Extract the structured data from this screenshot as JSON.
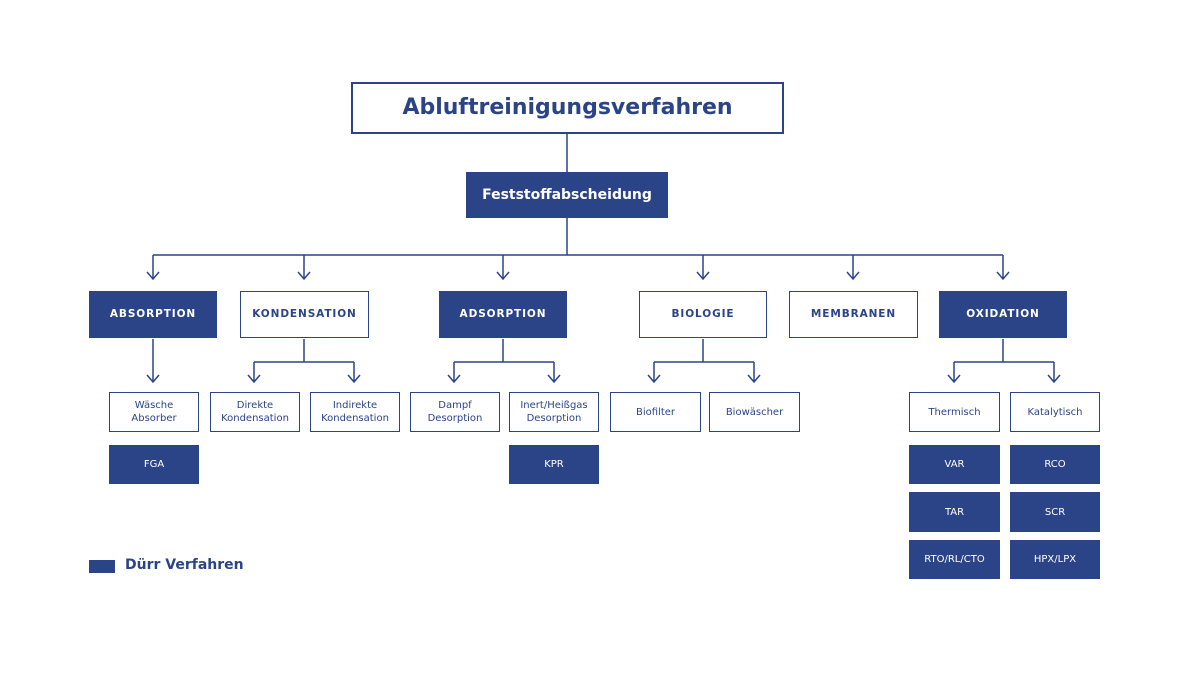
{
  "root": "Abluftreinigungsverfahren",
  "level1": "Feststoffabscheidung",
  "categories": {
    "absorption": "ABSORPTION",
    "kondensation": "KONDENSATION",
    "adsorption": "ADSORPTION",
    "biologie": "BIOLOGIE",
    "membranen": "MEMBRANEN",
    "oxidation": "OXIDATION"
  },
  "methods": {
    "waesche_absorber": "Wäsche\nAbsorber",
    "direkte_kondensation": "Direkte\nKondensation",
    "indirekte_kondensation": "Indirekte\nKondensation",
    "dampf_desorption": "Dampf\nDesorption",
    "inert_desorption": "Inert/Heißgas\nDesorption",
    "biofilter": "Biofilter",
    "biowaescher": "Biowäscher",
    "thermisch": "Thermisch",
    "katalytisch": "Katalytisch"
  },
  "products": {
    "fga": "FGA",
    "kpr": "KPR",
    "var": "VAR",
    "tar": "TAR",
    "rto": "RTO/RL/CTO",
    "rco": "RCO",
    "scr": "SCR",
    "hpx": "HPX/LPX"
  },
  "legend": {
    "label": "Dürr Verfahren"
  },
  "colors": {
    "primary": "#2b4488",
    "background": "#ffffff"
  }
}
